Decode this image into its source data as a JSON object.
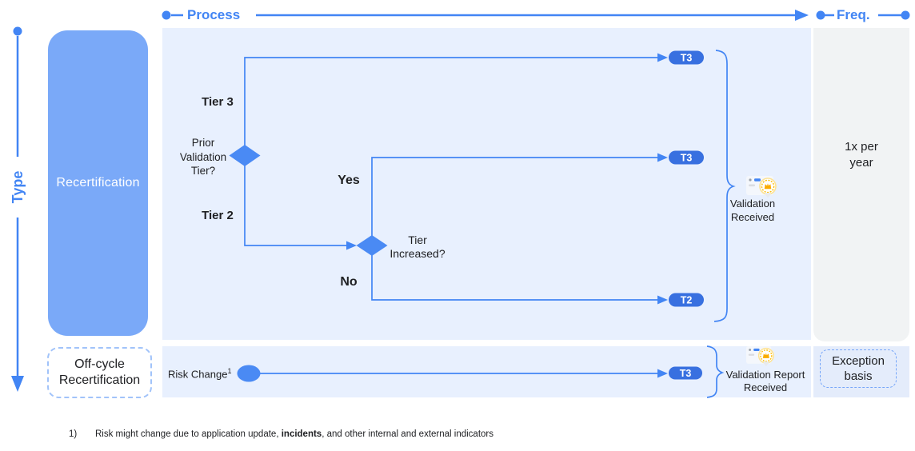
{
  "colors": {
    "accent_blue": "#4285F4",
    "panel_blue": "#E8F0FE",
    "freq_gray": "#F1F3F4",
    "freq_bottom_blue": "#E4ECFB",
    "node_blue": "#4A8AF4",
    "pill_blue": "#3870E0",
    "type_box_blue": "#7AA9F8",
    "text_dark": "#202124"
  },
  "axis": {
    "process_label": "Process",
    "freq_label": "Freq.",
    "type_label": "Type"
  },
  "recert_row": {
    "type_label": "Recertification",
    "branch_labels": {
      "tier3": "Tier 3",
      "tier2": "Tier 2",
      "yes": "Yes",
      "no": "No"
    },
    "decisions": {
      "prior": "Prior\nValidation\nTier?",
      "increased": "Tier\nIncreased?"
    },
    "pills": {
      "top": "T3",
      "middle": "T3",
      "bottom": "T2"
    },
    "outcome": "Validation\nReceived",
    "outcome_icon": "certificate-icon",
    "frequency": "1x per\nyear"
  },
  "offcycle_row": {
    "type_label": "Off-cycle\nRecertification",
    "trigger_label": "Risk Change",
    "trigger_footnote_ref": "1",
    "pill": "T3",
    "outcome": "Validation Report\nReceived",
    "outcome_icon": "certificate-icon",
    "frequency": "Exception\nbasis"
  },
  "footnote": {
    "num": "1)",
    "text_before": "Risk might change due to application update, ",
    "bold": "incidents",
    "text_after": ", and other internal and external indicators"
  }
}
